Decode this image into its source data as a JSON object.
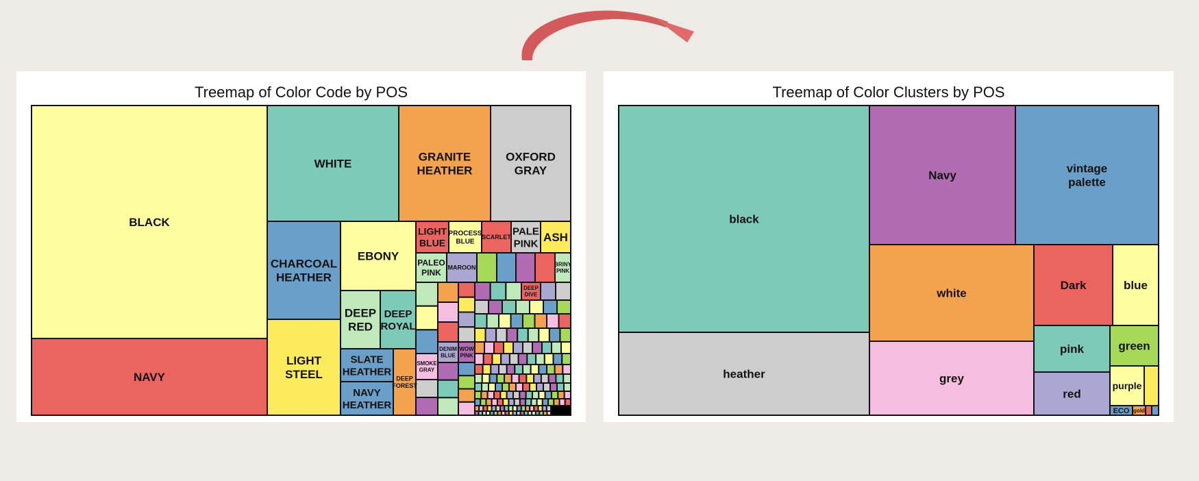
{
  "colors": {
    "background": "#eeeae6",
    "panel": "#ffffff",
    "arrow": "#d25a5a",
    "border": "#111111"
  },
  "chart_data": [
    {
      "type": "treemap",
      "title": "Treemap of Color Code by POS",
      "palette": [
        "#fefea0",
        "#ec6460",
        "#7ecab9",
        "#f3a34d",
        "#cdcdcd",
        "#6a9fc9",
        "#fdeb5e",
        "#bfe8bb",
        "#f5bee0",
        "#b06bb3",
        "#a5d957",
        "#aaa7d1"
      ],
      "tiles": [
        {
          "label": "BLACK",
          "value": 38.0,
          "color": "#fefea0"
        },
        {
          "label": "NAVY",
          "value": 12.5,
          "color": "#ec6460"
        },
        {
          "label": "WHITE",
          "value": 8.1,
          "color": "#7ecab9"
        },
        {
          "label": "GRANITE HEATHER",
          "value": 5.6,
          "color": "#f3a34d"
        },
        {
          "label": "OXFORD GRAY",
          "value": 4.9,
          "color": "#cdcdcd"
        },
        {
          "label": "CHARCOAL HEATHER",
          "value": 3.9,
          "color": "#6a9fc9"
        },
        {
          "label": "EBONY",
          "value": 2.8,
          "color": "#fefea0"
        },
        {
          "label": "LIGHT STEEL",
          "value": 3.7,
          "color": "#fdeb5e"
        },
        {
          "label": "DEEP RED",
          "value": 1.2,
          "color": "#bfe8bb"
        },
        {
          "label": "DEEP ROYAL",
          "value": 1.2,
          "color": "#7ecab9"
        },
        {
          "label": "SLATE HEATHER",
          "value": 0.9,
          "color": "#6a9fc9"
        },
        {
          "label": "NAVY HEATHER",
          "value": 0.9,
          "color": "#6a9fc9"
        },
        {
          "label": "DEEP FOREST",
          "value": 0.6,
          "color": "#f3a34d"
        },
        {
          "label": "LIGHT BLUE",
          "value": 0.5,
          "color": "#ec6460"
        },
        {
          "label": "PROCESS BLUE",
          "value": 0.5,
          "color": "#fefea0"
        },
        {
          "label": "SCARLET",
          "value": 0.45,
          "color": "#ec6460"
        },
        {
          "label": "PALE PINK",
          "value": 0.4,
          "color": "#cdcdcd"
        },
        {
          "label": "ASH",
          "value": 0.4,
          "color": "#fdeb5e"
        },
        {
          "label": "PALEO PINK",
          "value": 0.4,
          "color": "#bfe8bb"
        },
        {
          "label": "MAROON",
          "value": 0.4,
          "color": "#aaa7d1"
        },
        {
          "label": "BRINY PINK",
          "value": 0.25,
          "color": "#bfe8bb"
        },
        {
          "label": "DEEP DIVE",
          "value": 0.15,
          "color": "#ec6460"
        },
        {
          "label": "SMOKE GRAY",
          "value": 0.25,
          "color": "#f5bee0"
        },
        {
          "label": "DENIM BLUE",
          "value": 0.2,
          "color": "#aaa7d1"
        },
        {
          "label": "WOW PINK",
          "value": 0.2,
          "color": "#b06bb3"
        }
      ]
    },
    {
      "type": "treemap",
      "title": "Treemap of Color Clusters by POS",
      "tiles": [
        {
          "label": "black",
          "value": 33.5,
          "color": "#7ecab9"
        },
        {
          "label": "heather",
          "value": 12.5,
          "color": "#cdcdcd"
        },
        {
          "label": "Navy",
          "value": 12.0,
          "color": "#b06bb3"
        },
        {
          "label": "vintage palette",
          "value": 11.8,
          "color": "#6a9fc9"
        },
        {
          "label": "white",
          "value": 8.3,
          "color": "#f3a34d"
        },
        {
          "label": "grey",
          "value": 7.9,
          "color": "#f5bee0"
        },
        {
          "label": "Dark",
          "value": 3.8,
          "color": "#ec6460"
        },
        {
          "label": "blue",
          "value": 2.3,
          "color": "#fefea0"
        },
        {
          "label": "pink",
          "value": 2.1,
          "color": "#7ecab9"
        },
        {
          "label": "red",
          "value": 1.8,
          "color": "#aaa7d1"
        },
        {
          "label": "green",
          "value": 1.1,
          "color": "#a5d957"
        },
        {
          "label": "purple",
          "value": 0.8,
          "color": "#fefea0"
        },
        {
          "label": "ECO",
          "value": 0.25,
          "color": "#6a9fc9"
        },
        {
          "label": "gold",
          "value": 0.15,
          "color": "#f3a34d"
        }
      ]
    }
  ]
}
